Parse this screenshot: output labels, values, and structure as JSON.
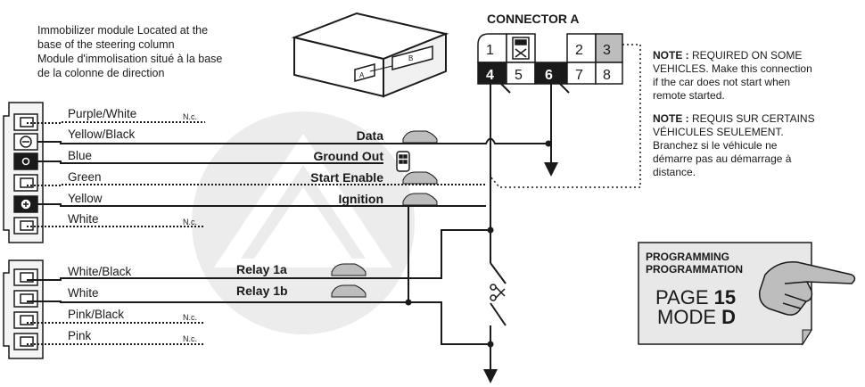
{
  "module_note": {
    "lines": [
      "Immobilizer module Located at the",
      "base of the steering column",
      "Module d'immolisation situé à la base",
      "de la colonne de direction"
    ]
  },
  "module_labels": {
    "a": "A",
    "b": "B"
  },
  "connector": {
    "title": "CONNECTOR A",
    "pins": [
      "1",
      "2",
      "3",
      "4",
      "5",
      "6",
      "7",
      "8"
    ]
  },
  "note": {
    "en_label": "NOTE :",
    "en_lines": [
      " REQUIRED ON SOME",
      "VEHICLES. Make this connection",
      "if the car does not start when",
      "remote started."
    ],
    "fr_label": "NOTE :",
    "fr_lines": [
      " REQUIS SUR CERTAINS",
      "VÉHICULES SEULEMENT.",
      "Branchez si le véhicule ne",
      "démarre pas au démarrage à",
      "distance."
    ]
  },
  "harness1": [
    {
      "color": "Purple/White",
      "nc": "N.c."
    },
    {
      "color": "Yellow/Black",
      "func": "Data"
    },
    {
      "color": "Blue",
      "func": "Ground Out"
    },
    {
      "color": "Green",
      "func": "Start Enable"
    },
    {
      "color": "Yellow",
      "func": "Ignition"
    },
    {
      "color": "White",
      "nc": "N.c."
    }
  ],
  "harness2": [
    {
      "color": "White/Black",
      "func": "Relay 1a"
    },
    {
      "color": "White",
      "func": "Relay 1b"
    },
    {
      "color": "Pink/Black",
      "nc": "N.c."
    },
    {
      "color": "Pink",
      "nc": "N.c."
    }
  ],
  "programming": {
    "line1": "PROGRAMMING",
    "line2": "PROGRAMMATION",
    "page_label": "PAGE ",
    "page_num": "15",
    "mode_label": "MODE ",
    "mode_val": "D"
  },
  "colors": {
    "line": "#1a1a1a",
    "watermark": "#e6e6e6",
    "gray": "#bdbdbd"
  }
}
